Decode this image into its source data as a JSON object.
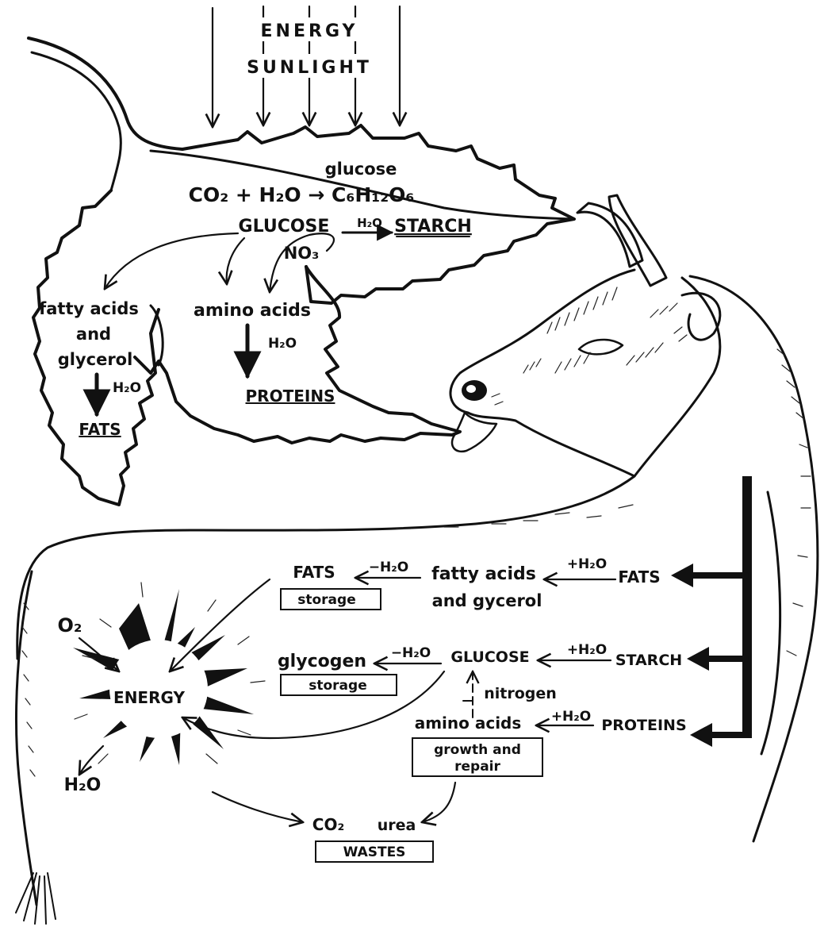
{
  "ink_color": "#111111",
  "paper_color": "#ffffff",
  "sun": {
    "energy": "ENERGY",
    "sunlight": "SUNLIGHT"
  },
  "leaf": {
    "glucose_name": "glucose",
    "equation": "CO₂ + H₂O → C₆H₁₂O₆",
    "glucose": "GLUCOSE",
    "h2o_starch": "H₂O",
    "starch": "STARCH",
    "no3": "NO₃",
    "fatty_acids": "fatty acids",
    "and": "and",
    "glycerol": "glycerol",
    "h2o_fats": "H₂O",
    "fats": "FATS",
    "amino_acids": "amino acids",
    "h2o_proteins": "H₂O",
    "proteins": "PROTEINS"
  },
  "animal": {
    "fats_stored": "FATS",
    "minus_h2o_fats": "−H₂O",
    "fatty_acids_glycerol_1": "fatty acids",
    "fatty_acids_glycerol_2": "and gycerol",
    "plus_h2o_fats": "+H₂O",
    "fats_input": "FATS",
    "fats_storage_box": "storage",
    "glycogen": "glycogen",
    "minus_h2o_glycogen": "−H₂O",
    "glucose": "GLUCOSE",
    "plus_h2o_starch": "+H₂O",
    "starch_input": "STARCH",
    "glycogen_storage_box": "storage",
    "nitrogen": "nitrogen",
    "amino_acids": "amino acids",
    "plus_h2o_proteins": "+H₂O",
    "proteins_input": "PROTEINS",
    "growth_box_1": "growth and",
    "growth_box_2": "repair",
    "o2": "O₂",
    "energy": "ENERGY",
    "h2o_out": "H₂O",
    "co2_out": "CO₂",
    "urea_out": "urea",
    "wastes_box": "WASTES"
  }
}
